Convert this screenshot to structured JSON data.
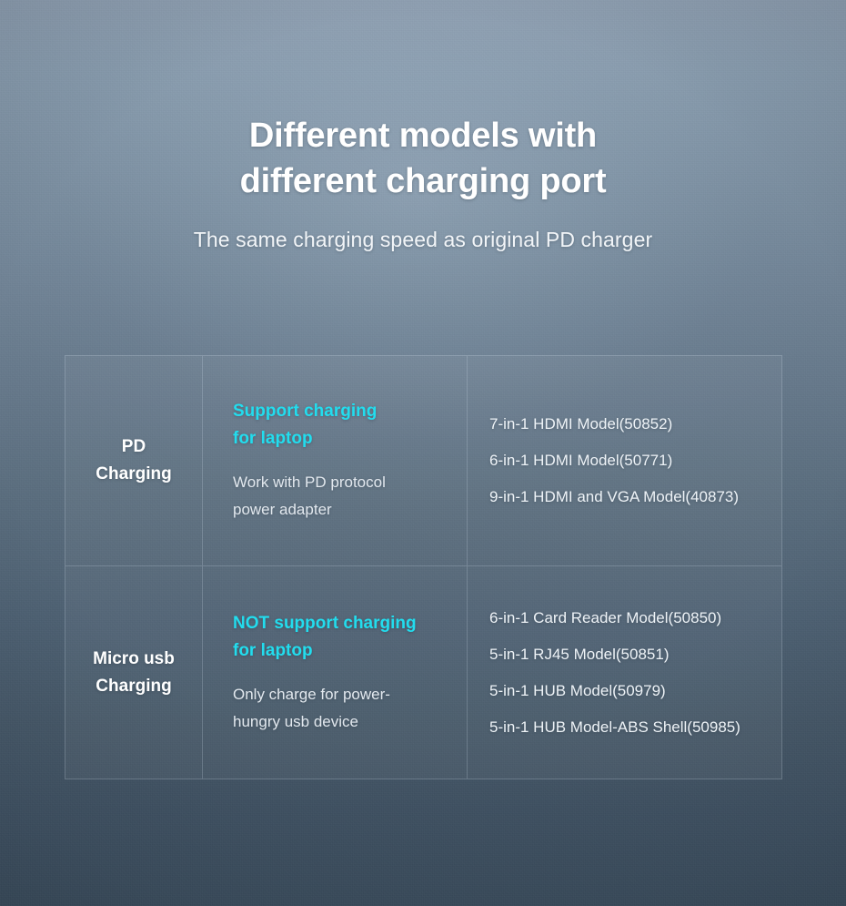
{
  "colors": {
    "accent_cyan": "#22ddee",
    "heading_white": "#ffffff",
    "body_text": "#e2e8ee",
    "bg_top": "#8d9daf",
    "bg_bottom": "#3c4e5e"
  },
  "header": {
    "title_line1": "Different models with",
    "title_line2": "different charging port",
    "subtitle": "The same charging speed as original PD charger"
  },
  "table": {
    "rows": [
      {
        "label_line1": "PD",
        "label_line2": "Charging",
        "accent_line1": "Support charging",
        "accent_line2": "for laptop",
        "note_line1": "Work with PD protocol",
        "note_line2": "power adapter",
        "models": [
          "7-in-1 HDMI Model(50852)",
          "6-in-1 HDMI Model(50771)",
          "9-in-1 HDMI and VGA Model(40873)"
        ]
      },
      {
        "label_line1": "Micro usb",
        "label_line2": "Charging",
        "accent_line1": "NOT support charging",
        "accent_line2": "for laptop",
        "note_line1": "Only charge for power-",
        "note_line2": "hungry usb device",
        "models": [
          "6-in-1 Card Reader Model(50850)",
          "5-in-1 RJ45 Model(50851)",
          "5-in-1 HUB Model(50979)",
          "5-in-1 HUB Model-ABS Shell(50985)"
        ]
      }
    ]
  }
}
